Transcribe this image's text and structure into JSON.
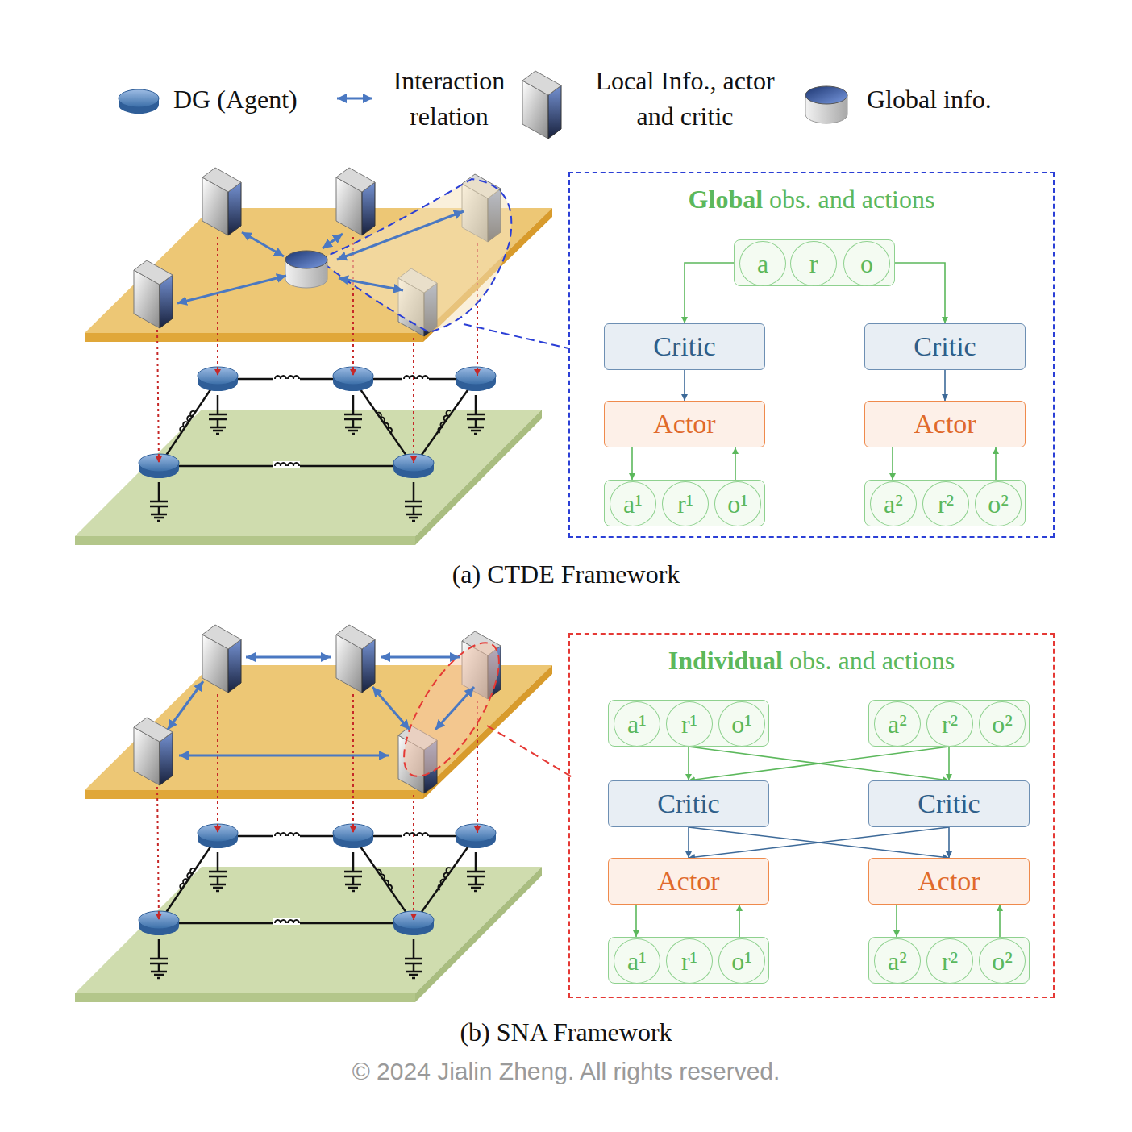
{
  "diagram": {
    "nodes": [
      {
        "text": [
          "Global",
          "obs. and actions"
        ]
      },
      {
        "text": [],
        "in": 0
      },
      {
        "text": [
          "a"
        ],
        "in": 1
      },
      {
        "text": [
          "r"
        ],
        "in": 1
      },
      {
        "text": [
          "o"
        ],
        "in": 1
      },
      {
        "text": [
          "Critic"
        ],
        "in": 0
      },
      {
        "text": [
          "Critic"
        ],
        "in": 0
      },
      {
        "text": [
          "Actor"
        ],
        "in": 0
      },
      {
        "text": [
          "Actor"
        ],
        "in": 0
      },
      {
        "text": [],
        "in": 0
      },
      {
        "text": [
          "a¹"
        ],
        "in": 9
      },
      {
        "text": [
          "r¹"
        ],
        "in": 9
      },
      {
        "text": [
          "o¹"
        ],
        "in": 9
      },
      {
        "text": [],
        "in": 0
      },
      {
        "text": [
          "a²"
        ],
        "in": 13
      },
      {
        "text": [
          "r²"
        ],
        "in": 13
      },
      {
        "text": [
          "o²"
        ],
        "in": 13
      },
      {
        "text": [
          "Individual",
          "obs. and actions"
        ]
      },
      {
        "text": [],
        "in": 17
      },
      {
        "text": [
          "a¹"
        ],
        "in": 18
      },
      {
        "text": [
          "r¹"
        ],
        "in": 18
      },
      {
        "text": [
          "o¹"
        ],
        "in": 18
      },
      {
        "text": [],
        "in": 17
      },
      {
        "text": [
          "a²"
        ],
        "in": 22
      },
      {
        "text": [
          "r²"
        ],
        "in": 22
      },
      {
        "text": [
          "o²"
        ],
        "in": 22
      },
      {
        "text": [
          "Critic"
        ],
        "in": 17
      },
      {
        "text": [
          "Critic"
        ],
        "in": 17
      },
      {
        "text": [
          "Actor"
        ],
        "in": 17
      },
      {
        "text": [
          "Actor"
        ],
        "in": 17
      },
      {
        "text": [],
        "in": 17
      },
      {
        "text": [
          "a¹"
        ],
        "in": 30
      },
      {
        "text": [
          "r¹"
        ],
        "in": 30
      },
      {
        "text": [
          "o¹"
        ],
        "in": 30
      },
      {
        "text": [],
        "in": 17
      },
      {
        "text": [
          "a²"
        ],
        "in": 34
      },
      {
        "text": [
          "r²"
        ],
        "in": 34
      },
      {
        "text": [
          "o²"
        ],
        "in": 34
      }
    ],
    "edges": [
      {
        "from": 1,
        "to": 5,
        "arrow": "to"
      },
      {
        "from": 1,
        "to": 6,
        "arrow": "to"
      },
      {
        "from": 5,
        "to": 7,
        "arrow": "to"
      },
      {
        "from": 6,
        "to": 8,
        "arrow": "to"
      },
      {
        "from": 7,
        "to": 9,
        "arrow": "to"
      },
      {
        "from": 9,
        "to": 7,
        "arrow": "to"
      },
      {
        "from": 8,
        "to": 13,
        "arrow": "to"
      },
      {
        "from": 13,
        "to": 8,
        "arrow": "to"
      },
      {
        "from": 18,
        "to": 26,
        "arrow": "to"
      },
      {
        "from": 18,
        "to": 27,
        "arrow": "to"
      },
      {
        "from": 22,
        "to": 26,
        "arrow": "to"
      },
      {
        "from": 22,
        "to": 27,
        "arrow": "to"
      },
      {
        "from": 26,
        "to": 28,
        "arrow": "to"
      },
      {
        "from": 26,
        "to": 29,
        "arrow": "to"
      },
      {
        "from": 27,
        "to": 28,
        "arrow": "to"
      },
      {
        "from": 27,
        "to": 29,
        "arrow": "to"
      },
      {
        "from": 28,
        "to": 30,
        "arrow": "to"
      },
      {
        "from": 30,
        "to": 28,
        "arrow": "to"
      },
      {
        "from": 29,
        "to": 34,
        "arrow": "to"
      },
      {
        "from": 34,
        "to": 29,
        "arrow": "to"
      }
    ],
    "labels": [
      "(a) CTDE Framework",
      "(b) SNA Framework",
      "© 2024 Jialin Zheng. All rights reserved."
    ],
    "legend": [
      {
        "text": "DG (Agent)"
      },
      {
        "text": "Interaction relation"
      },
      {
        "text": "Local Info., actor and critic"
      },
      {
        "text": "Global info."
      }
    ]
  }
}
